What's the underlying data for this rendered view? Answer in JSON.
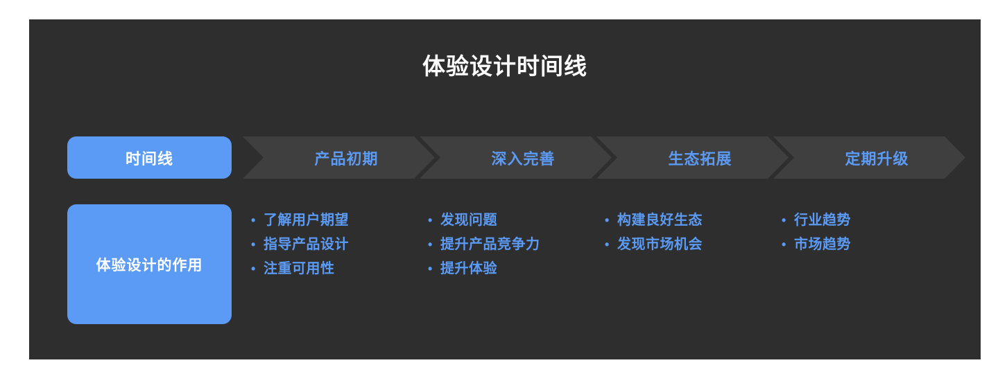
{
  "card": {
    "title": "体验设计时间线",
    "background_color": "#2e2e2e",
    "accent_color": "#5b9bf5",
    "chevron_color": "#3f3f3f",
    "page_background": "#ffffff"
  },
  "rows": {
    "stage_row_label": "时间线",
    "role_row_label": "体验设计的作用"
  },
  "stages": [
    {
      "label": "产品初期"
    },
    {
      "label": "深入完善"
    },
    {
      "label": "生态拓展"
    },
    {
      "label": "定期升级"
    }
  ],
  "columns": [
    {
      "items": [
        "了解用户期望",
        "指导产品设计",
        "注重可用性"
      ]
    },
    {
      "items": [
        "发现问题",
        "提升产品竞争力",
        "提升体验"
      ]
    },
    {
      "items": [
        "构建良好生态",
        "发现市场机会"
      ]
    },
    {
      "items": [
        "行业趋势",
        "市场趋势"
      ]
    }
  ],
  "bullet_glyph": "•"
}
